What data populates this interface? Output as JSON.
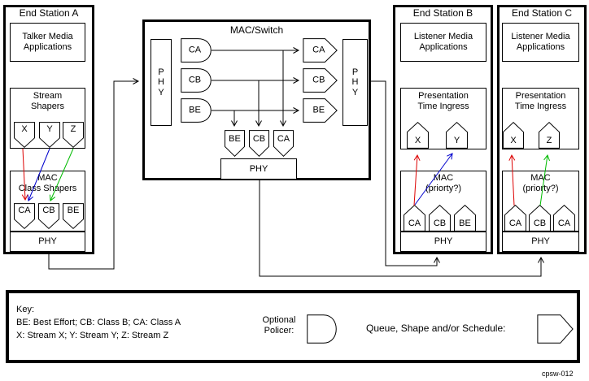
{
  "diagram": {
    "figure_id": "cpsw-012",
    "colors": {
      "stream_x": "#dd0000",
      "stream_y": "#0000cc",
      "stream_z": "#00bb00"
    }
  },
  "station_a": {
    "title": "End Station A",
    "app_label": "Talker Media\nApplications",
    "stream_shapers": {
      "label": "Stream\nShapers",
      "shapes": [
        "X",
        "Y",
        "Z"
      ]
    },
    "class_shapers": {
      "label": "MAC\nClass Shapers",
      "shapes": [
        "CA",
        "CB",
        "BE"
      ]
    },
    "phy_label": "PHY"
  },
  "mac_switch": {
    "title": "MAC/Switch",
    "phy_left": "P\nH\nY",
    "phy_right": "P\nH\nY",
    "ingress_policers": [
      "CA",
      "CB",
      "BE"
    ],
    "egress_queues": [
      "CA",
      "CB",
      "BE"
    ],
    "local_queues": [
      "BE",
      "CB",
      "CA"
    ],
    "phy_bottom_label": "PHY"
  },
  "station_b": {
    "title": "End Station B",
    "app_label": "Listener Media\nApplications",
    "presentation": {
      "label": "Presentation\nTime Ingress",
      "shapes": [
        "X",
        "Y"
      ]
    },
    "mac": {
      "label": "MAC\n(priorty?)",
      "shapes": [
        "CA",
        "CB",
        "BE"
      ]
    },
    "phy_label": "PHY"
  },
  "station_c": {
    "title": "End Station C",
    "app_label": "Listener Media\nApplications",
    "presentation": {
      "label": "Presentation\nTime Ingress",
      "shapes": [
        "X",
        "Z"
      ]
    },
    "mac": {
      "label": "MAC\n(priorty?)",
      "shapes": [
        "CA",
        "CB",
        "CA"
      ]
    },
    "phy_label": "PHY"
  },
  "key": {
    "title": "Key:",
    "classes_line": "BE: Best Effort; CB: Class B; CA: Class A",
    "streams_line": "X: Stream X; Y: Stream Y; Z: Stream Z",
    "policer_label": "Optional\nPolicer:",
    "queue_label": "Queue, Shape and/or Schedule:"
  }
}
